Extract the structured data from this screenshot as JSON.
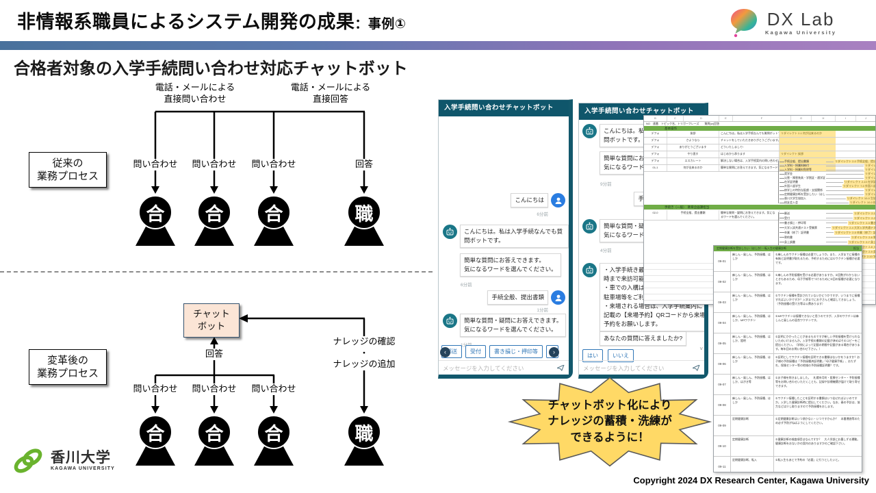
{
  "slide": {
    "title": "非情報系職員によるシステム開発の成果",
    "title_suffix": "：事例①",
    "subtitle": "合格者対象の入学手続問い合わせ対応チャットボット",
    "copyright": "Copyright 2024 DX Research Center, Kagawa University"
  },
  "logos": {
    "dxlab_name": "DX Lab",
    "dxlab_sub": "Kagawa University",
    "kagawa_name": "香川大学",
    "kagawa_sub": "KAGAWA UNIVERSITY"
  },
  "colors": {
    "teal_header": "#0f566b",
    "bot_avatar": "#1a7687",
    "user_avatar": "#2a7de1",
    "button_blue": "#2e75b6",
    "sheet_green": "#70ad47",
    "highlight_yellow": "#ffe699",
    "starburst_yellow": "#ffd966",
    "chatbot_box_fill": "#fbe5d6",
    "divider_left": "#49719c",
    "divider_right": "#a981c1"
  },
  "diagram_before": {
    "box_label": "従来の\n業務プロセス",
    "top_label_inquiry": "電話・メールによる\n直接問い合わせ",
    "top_label_answer": "電話・メールによる\n直接回答",
    "arrow_labels": [
      "問い合わせ",
      "問い合わせ",
      "問い合わせ",
      "回答"
    ],
    "persons": [
      "合",
      "合",
      "合",
      "職"
    ]
  },
  "diagram_after": {
    "box_label": "変革後の\n業務プロセス",
    "chatbot_label": "チャット\nボット",
    "answer_label": "回答",
    "knowledge_label_1": "ナレッジの確認",
    "knowledge_dot": "・",
    "knowledge_label_2": "ナレッジの追加",
    "arrow_labels": [
      "問い合わせ",
      "問い合わせ",
      "問い合わせ"
    ],
    "persons": [
      "合",
      "合",
      "合",
      "職"
    ]
  },
  "chat_left": {
    "title": "入学手続問い合わせチャットボット",
    "messages": [
      {
        "text": "こんにちは",
        "time": "6分前"
      },
      {
        "text": "こんにちは。私は入学手続なんでも質問ボットです。"
      },
      {
        "text": "簡単な質問にお答えできます。\n気になるワードを選んでください。",
        "time": "6分前"
      },
      {
        "text": "手続全般、提出書類",
        "time": "1分前"
      },
      {
        "text": "簡単な質問・疑問にお答えできます。\n気になるワードを選んでください。",
        "time": "1分前"
      }
    ],
    "buttons": [
      "郵送",
      "受付",
      "書き損じ・押印等",
      ""
    ],
    "carousel_prev": "‹",
    "carousel_next": "›",
    "input_placeholder": "メッセージを入力してください"
  },
  "chat_right": {
    "title": "入学手続問い合わせチャットボット",
    "messages": [
      {
        "text": "こんにちは。私は入学手続なんでも質問ボットです。"
      },
      {
        "text": "簡単な質問にお答えできます。\n気になるワードを選んでください。",
        "time": "9分前"
      },
      {
        "text": "手続全般、提出書類"
      },
      {
        "text": "簡単な質問・疑問にお答えできます。\n気になるワードを選んでください。",
        "time": "4分前"
      },
      {
        "text": "・入学手続き最終日のみ１０時〜１７時まで来訪可能です。\n・車での入構は不可です。（最寄の公営駐車場等をご利用ください）\n・来場される場合は、入学手続案内に記載の【来場予約】QRコードから来場予約をお願いします。"
      },
      {
        "text": "あなたの質問に答えましたか?"
      }
    ],
    "buttons": [
      "はい",
      "いいえ"
    ],
    "scroll_hint": "˅",
    "input_placeholder": "メッセージを入力してください"
  },
  "sheet_upper": {
    "col_letters": [
      "B",
      "C",
      "D",
      "E",
      "F",
      "G",
      "H",
      "I",
      "J"
    ],
    "header_text": "NO　連番　トピック名、トリガーフレーズ　　質問(w)回答",
    "section1": "基本操作",
    "basic_rows": [
      {
        "b": "デフォ",
        "d": "挨拶",
        "f": "こんにちは。私は入学手続なんでも質問ボットです。",
        "h": "リダイレクト 2-1 何が出来るのか"
      },
      {
        "b": "デフォ",
        "d": "さようなら",
        "f": "チャットをしていただきありがとうございます。さようなら!",
        "h": ""
      },
      {
        "b": "デフォ",
        "d": "ありがとうございます",
        "f": "どういたしまして!",
        "h": ""
      },
      {
        "b": "デフォ",
        "d": "やり直す",
        "f": "はじめから承ります",
        "h": "リダイレクト 挨拶"
      },
      {
        "b": "デフォ",
        "d": "エスカレート",
        "f": "解決しない場合は、入学手続案内の問い合わせ先へお問い合わせください。",
        "h": ""
      },
      {
        "b": "01-1",
        "d": "何が出来るのか",
        "f": "簡単な質問にお答えできます。気になるワードを選んでください。",
        "h": ""
      }
    ],
    "tree1": [
      {
        "label": "手続全般、提出書類",
        "redirect": "リダイレクト 2-0 手続全般、提出書類"
      },
      {
        "label": "入学料・授業料納付",
        "redirect": "リダイレクト"
      },
      {
        "label": "入学料・授業料免除等",
        "redirect": "リダイレクト"
      },
      {
        "label": "奨学金",
        "redirect": "リダイレクト"
      },
      {
        "label": "災害・障害装具・学割証・通学証明書",
        "redirect": "リダイレクト"
      },
      {
        "label": "在学証明書",
        "redirect": "リダイレクト 2-10 在学証明書"
      },
      {
        "label": "外国人留学生",
        "redirect": "リダイレクト 7-0 外国人留学生"
      },
      {
        "label": "修学上の特別な配慮・支援関係",
        "redirect": "リダイレクト"
      },
      {
        "label": "定期健康診断を受診したい（はしか）・転入",
        "redirect": "リダイレクト"
      },
      {
        "label": "香川大学生協加入",
        "redirect": "リダイレクト 10-0 生協加入"
      },
      {
        "label": "校友会入会",
        "redirect": "リダイレクト 10-0 校友会"
      }
    ],
    "section2": "手続き（一般）　教育企画課担当",
    "row2": {
      "b": "02-0",
      "d": "手続全般、提出書類",
      "f": "簡単な質問・疑問にお答えできます。気になるワードを選んでください。"
    },
    "tree2": [
      {
        "label": "郵送",
        "redirect": "リダイレクト 2-1 郵送"
      },
      {
        "label": "受付",
        "redirect": "リダイレクト 2-2 受付"
      },
      {
        "label": "書き損じ・押印等",
        "redirect": "リダイレクト 2-3 書き損じ"
      },
      {
        "label": "大学入試共通テスト受験票",
        "redirect": "リダイレクト 2-4 大学入学共通テスト受験票"
      },
      {
        "label": "卒業（修了）証明書",
        "redirect": "リダイレクト 2-5 卒業（修了）証明書"
      },
      {
        "label": "誓約書",
        "redirect": "リダイレクト 2-6 誓約書"
      },
      {
        "label": "身上調書",
        "redirect": "リダイレクト 2-7 身上調書"
      },
      {
        "label": "入学料",
        "redirect": "リダイレクト 2-8 入学料"
      },
      {
        "label": "奨学金",
        "redirect": "リダイレクト 2-9 奨学金"
      },
      {
        "label": "学生証",
        "redirect": "リダイレクト 2-10 学生証"
      }
    ]
  },
  "sheet_lower": {
    "title": "定期健康診断を受診したい（はしか）・転入生の健康診断",
    "title_right": "担当",
    "rows": [
      {
        "code": "09-01",
        "topic": "麻しん・風しん、予防接種、はしか",
        "ans": "①麻しんのワクチン接種は必要でしょうか。また、入学までに接種の有無と証明書が取れるため、予約するためには①ワクチン接種が必要です。"
      },
      {
        "code": "09-02",
        "topic": "麻しん・風しん、予防接種、はしか",
        "ans": "①麻しんの予防接種を受ける必要がありますか。②回数がわからないときもあるため、母子手帳等でつけるために②回の接種が必要になります。"
      },
      {
        "code": "09-03",
        "topic": "麻しん・風しん、予防接種、はしか",
        "ans": "①ワクチン接種を受診されていないかどうかですが、いつまでに接種すればよいかですか？入学までにお子さんと確認してきましょう。（予防接種の受け方等は公費あります）"
      },
      {
        "code": "09-04",
        "topic": "麻しん・風しん、予防接種、はしか、MRワクチン",
        "ans": "①MRワクチンは接種できないと思うのですが、入学のワクチンは麻しんと風しんの混合ワクチンです。"
      },
      {
        "code": "09-05",
        "topic": "麻しん・風しん、予防接種、はしか、證明",
        "ans": "①証明にかかったことがあるものですが新しい予防接種を受けられないためいけませんか。入学手続の書類の記載が済めばそのコピーをご提出ください。（学校によって記載の期間や記載がある場合があります。毎年回のお問い合わせ下さい。）"
      },
      {
        "code": "09-06",
        "topic": "麻しん・風しん、予防接種、はしか",
        "ans": "①証明としてワクチン接種を証明できる書類はないかをうますか？お子様の予防接種は「予防接種済証明書」「母子健康手帳」、おたずれ、保険センター等の地域の予防接種証明書？です。"
      },
      {
        "code": "09-07",
        "topic": "麻しん・風しん、予防接種、はしか、はがき等",
        "ans": "①お子様を除きましました。　札幌市月町・医療センター・予防接種等をお問い合わせいただくことも、記録や診療機関が届けて取り寄せできます。"
      },
      {
        "code": "09-08",
        "topic": "麻しん・風しん、予防接種、はしか",
        "ans": "①ワクチン接種したことを証明する書類はいつ出せればよいのですか。入学した健康診断時に提出してください。なお、春の予診は、協力などは少し取りますので予防接種をおします。"
      },
      {
        "code": "09-09",
        "topic": "定期健康診断",
        "ans": "①定期健康診断はいつ頃かない・いつですかんか？　本番運惑等のため必ず予防がねばようにしてください。"
      },
      {
        "code": "09-10",
        "topic": "定期健康診断",
        "ans": "①健康診断の検査項目はなんですか？　大人学部にお墨しずる運動。健康診断をおないかの案内のありますかのご確認下さい。"
      },
      {
        "code": "09-11",
        "topic": "定期健康診断、転入",
        "ans": "①転入生もあとで予約の「必要」に行うとしたいと。"
      }
    ]
  },
  "callout": {
    "text": "チャットボット化により\nナレッジの蓄積・洗練が\nできるように！"
  }
}
